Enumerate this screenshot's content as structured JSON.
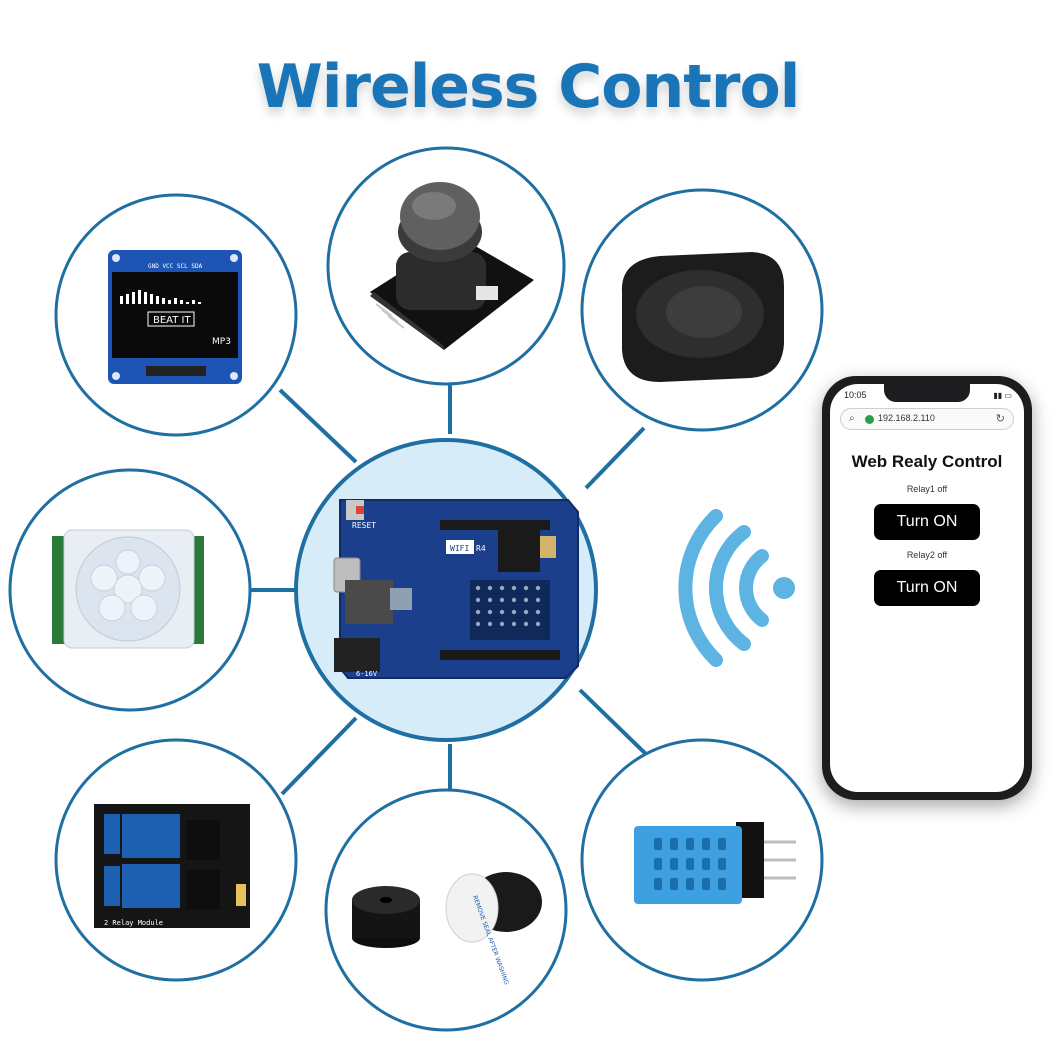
{
  "title": "Wireless Control",
  "colors": {
    "title": "#1a75b8",
    "ring": "#1f6fa3",
    "connector": "#1f6fa3",
    "hub_fill": "#d7ecf9",
    "wifi": "#5db4e3",
    "board": "#1b3f8a"
  },
  "hub": {
    "name": "board-hub",
    "labels": {
      "reset": "RESET",
      "wifi": "WIFI",
      "r4": "R4",
      "voltage": "6-16V"
    }
  },
  "peripherals": [
    {
      "name": "oled-display",
      "screen_text": "BEAT IT",
      "badge": "MP3",
      "pins": "GND VCC SCL SDA"
    },
    {
      "name": "joystick-module"
    },
    {
      "name": "speaker"
    },
    {
      "name": "pir-sensor"
    },
    {
      "name": "relay-module",
      "footer": "2 Relay Module"
    },
    {
      "name": "buzzer",
      "sticker": "REMOVE SEAL AFTER WASHING"
    },
    {
      "name": "dht-sensor"
    }
  ],
  "phone": {
    "time": "10:05",
    "url": "192.168.2.110",
    "page_title": "Web Realy Control",
    "relay1_status": "Relay1 off",
    "relay1_button": "Turn ON",
    "relay2_status": "Relay2 off",
    "relay2_button": "Turn ON"
  }
}
